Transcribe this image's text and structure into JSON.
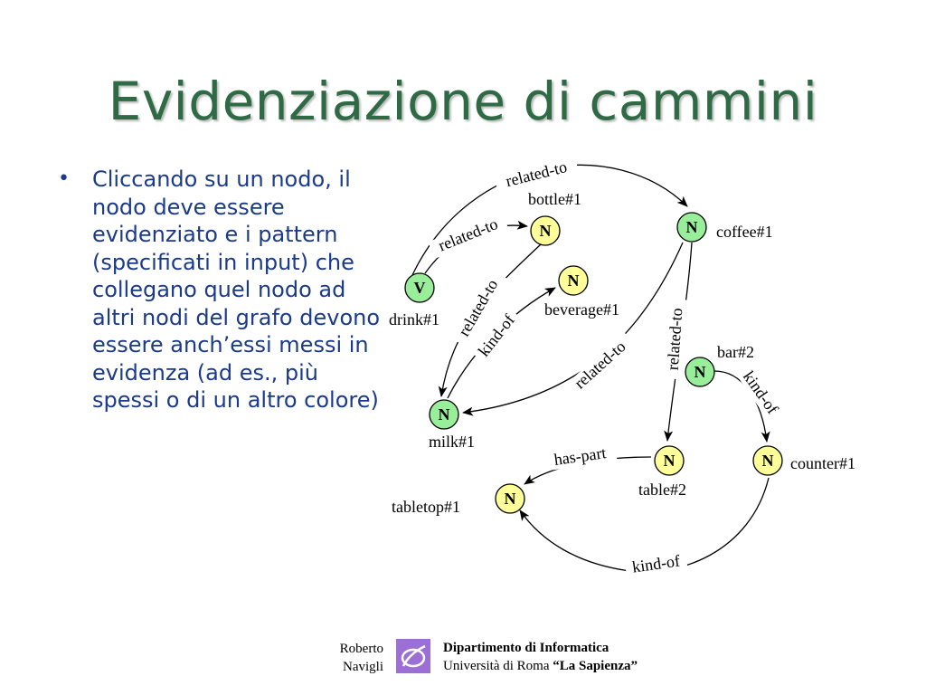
{
  "title": "Evidenziazione di cammini",
  "bullet": "Cliccando su un nodo, il nodo deve essere evidenziato e i pattern (specificati in input) che collegano quel nodo ad altri nodi del grafo devono essere anch’essi messi in evidenza (ad es., più spessi o di un altro colore)",
  "colors": {
    "title": "#2e6b45",
    "bullet_text": "#1a3a8a",
    "node_green": "#99ee99",
    "node_yellow": "#ffff99",
    "logo": "#9b6fd6"
  },
  "graph": {
    "nodes": {
      "drink": {
        "letter": "V",
        "label": "drink#1"
      },
      "bottle": {
        "letter": "N",
        "label": "bottle#1"
      },
      "beverage": {
        "letter": "N",
        "label": "beverage#1"
      },
      "milk": {
        "letter": "N",
        "label": "milk#1"
      },
      "coffee": {
        "letter": "N",
        "label": "coffee#1"
      },
      "bar": {
        "letter": "N",
        "label": "bar#2"
      },
      "table": {
        "letter": "N",
        "label": "table#2"
      },
      "counter": {
        "letter": "N",
        "label": "counter#1"
      },
      "tabletop": {
        "letter": "N",
        "label": "tabletop#1"
      }
    },
    "edges": {
      "drink_coffee": "related-to",
      "drink_bottle": "related-to",
      "bottle_milk": "related-to",
      "milk_beverage": "kind-of",
      "coffee_milk": "related-to",
      "coffee_table": "related-to",
      "bar_counter": "kind-of",
      "table_tabletop": "has-part",
      "counter_tabletop": "kind-of"
    }
  },
  "footer": {
    "author_first": "Roberto",
    "author_last": "Navigli",
    "dept": "Dipartimento di Informatica",
    "univ_prefix": "Università di Roma ",
    "univ_name": "“La Sapienza”"
  }
}
